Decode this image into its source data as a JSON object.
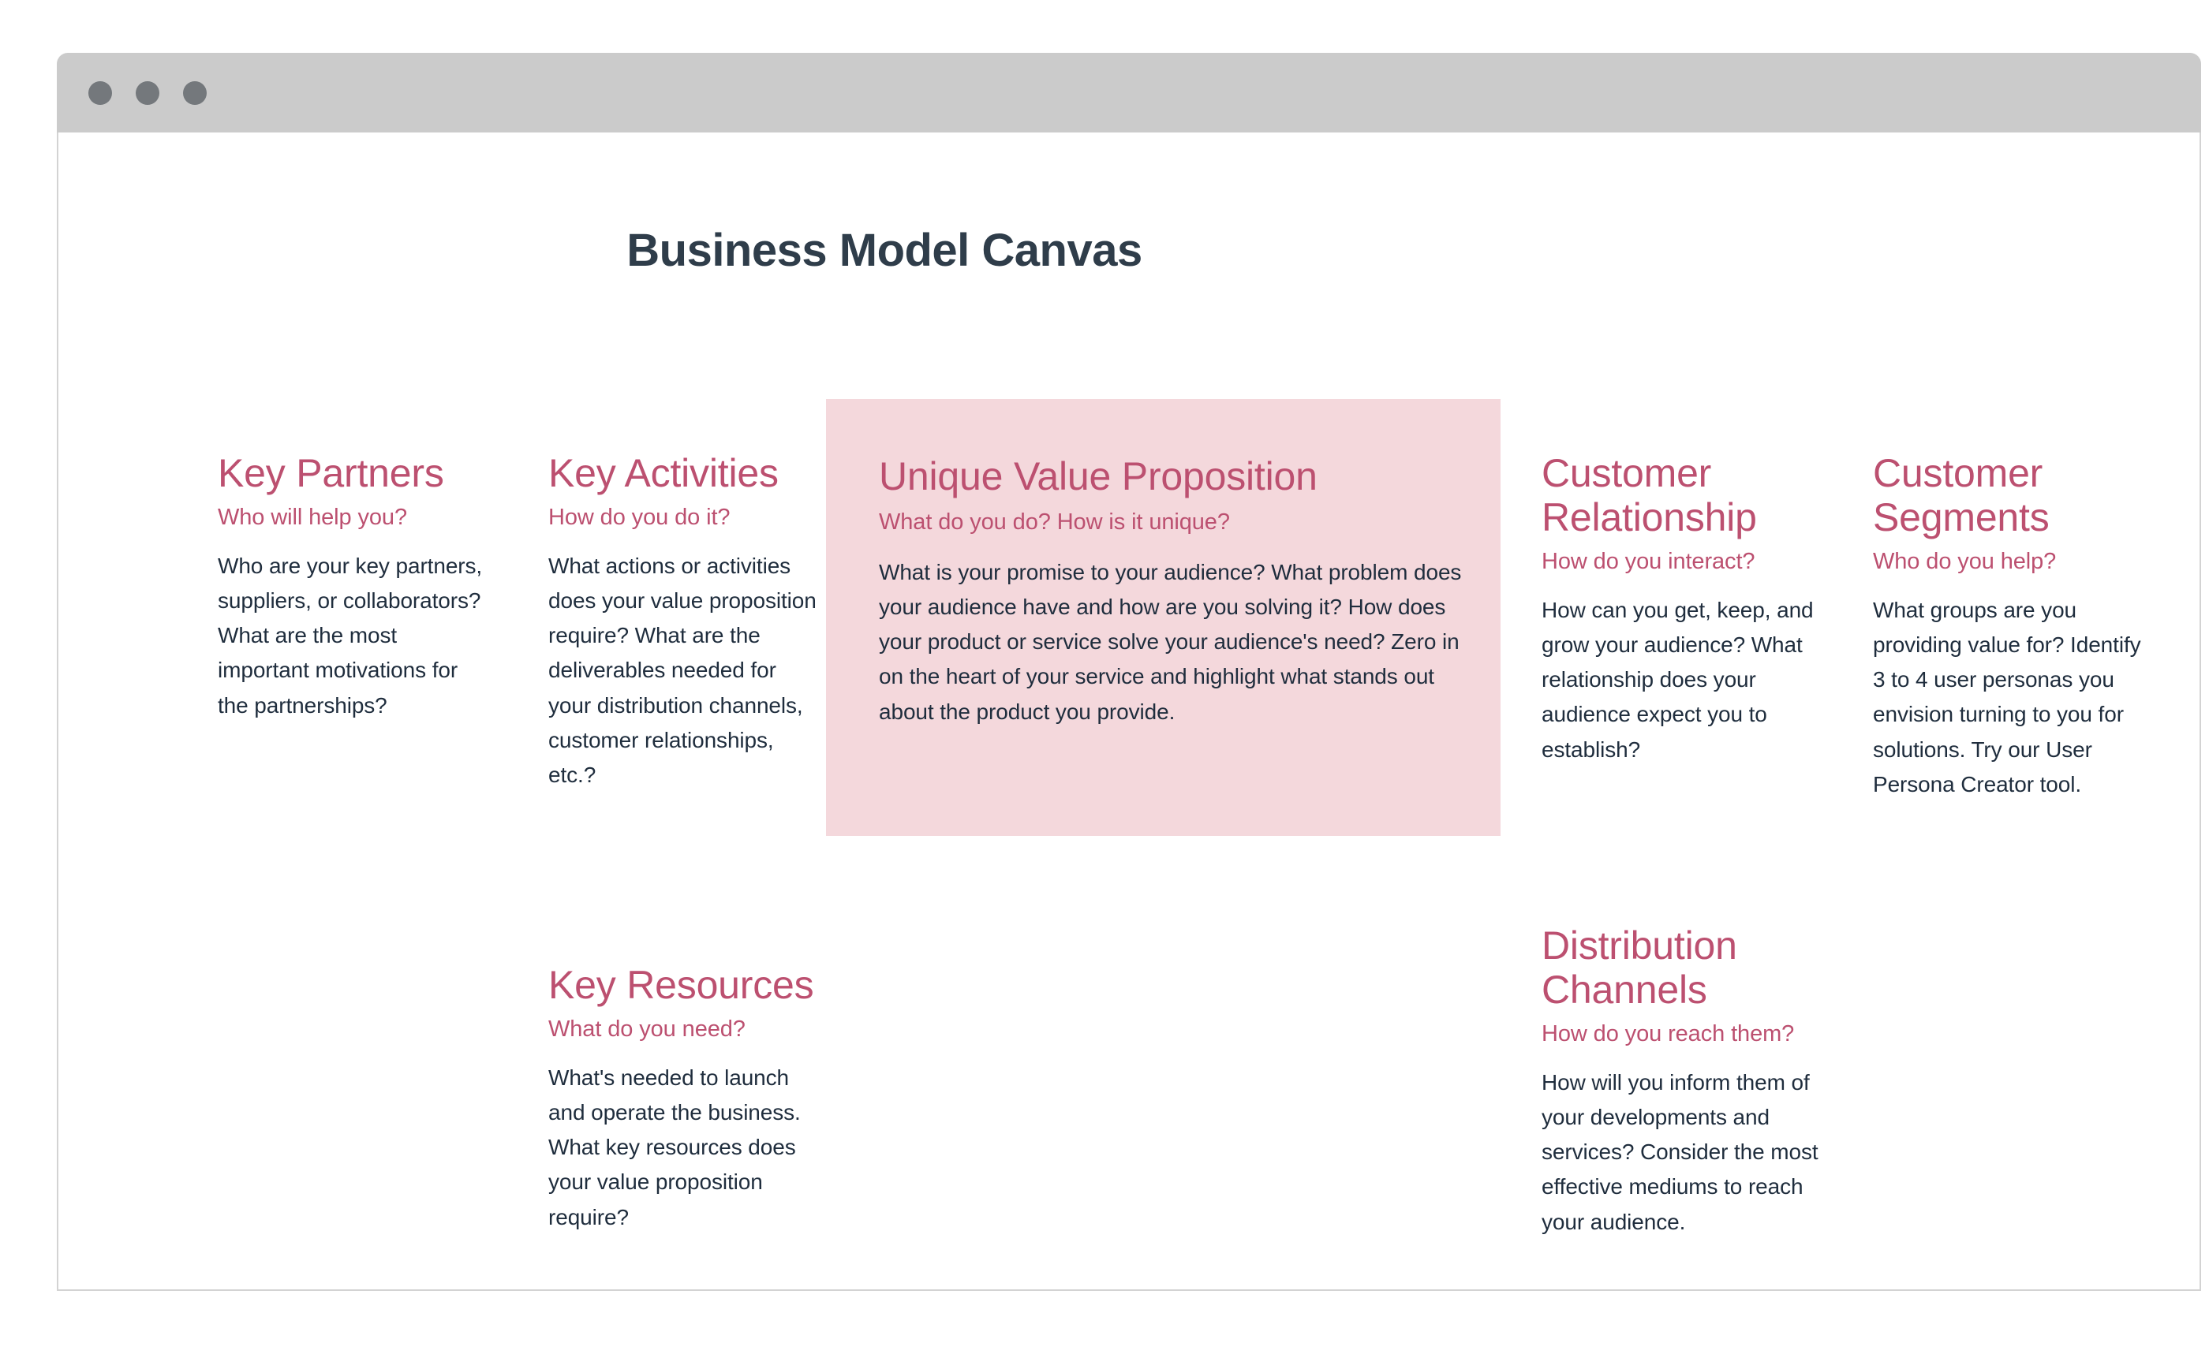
{
  "window": {
    "traffic_lights": [
      "close-dot",
      "minimize-dot",
      "maximize-dot"
    ]
  },
  "page_title": "Business Model Canvas",
  "colors": {
    "accent_rose": "#bc5070",
    "panel_blush": "#f4d8dc",
    "title_dark": "#2f3d4a",
    "body_text": "#1f2d3d",
    "chrome_gray": "#cbcbcb",
    "dot_gray": "#74787c"
  },
  "blocks": {
    "key_partners": {
      "title": "Key Partners",
      "question": "Who will help you?",
      "body": "Who are your key partners, suppliers, or collaborators? What are the most important motivations for the partnerships?"
    },
    "key_activities": {
      "title": "Key Activities",
      "question": "How do you do it?",
      "body": "What actions or activities does your value proposition require? What are the deliverables needed for your distribution channels, customer relationships, etc.?"
    },
    "key_resources": {
      "title": "Key Resources",
      "question": "What do you need?",
      "body": "What's needed to launch and operate the business. What key resources does your value proposition require?"
    },
    "unique_value_proposition": {
      "title": "Unique Value Proposition",
      "question": "What do you do? How is it unique?",
      "body": "What is your promise to your audience? What problem does your audience have and how are you solving it? How does your product or service solve your audience's need? Zero in on the heart of your service and highlight what stands out about the product you provide."
    },
    "customer_relationship": {
      "title": "Customer Relationship",
      "question": "How do you interact?",
      "body": "How can you get, keep, and grow your audience? What relationship does your audience expect you to establish?"
    },
    "distribution_channels": {
      "title": "Distribution Channels",
      "question": "How do you reach them?",
      "body": "How will you inform them of your developments and services? Consider the most effective mediums to reach your audience."
    },
    "customer_segments": {
      "title": "Customer Segments",
      "question": "Who do you help?",
      "body": "What groups are you providing value for? Identify 3 to 4 user personas you envision turning to you for solutions. Try our User Persona Creator tool."
    }
  }
}
